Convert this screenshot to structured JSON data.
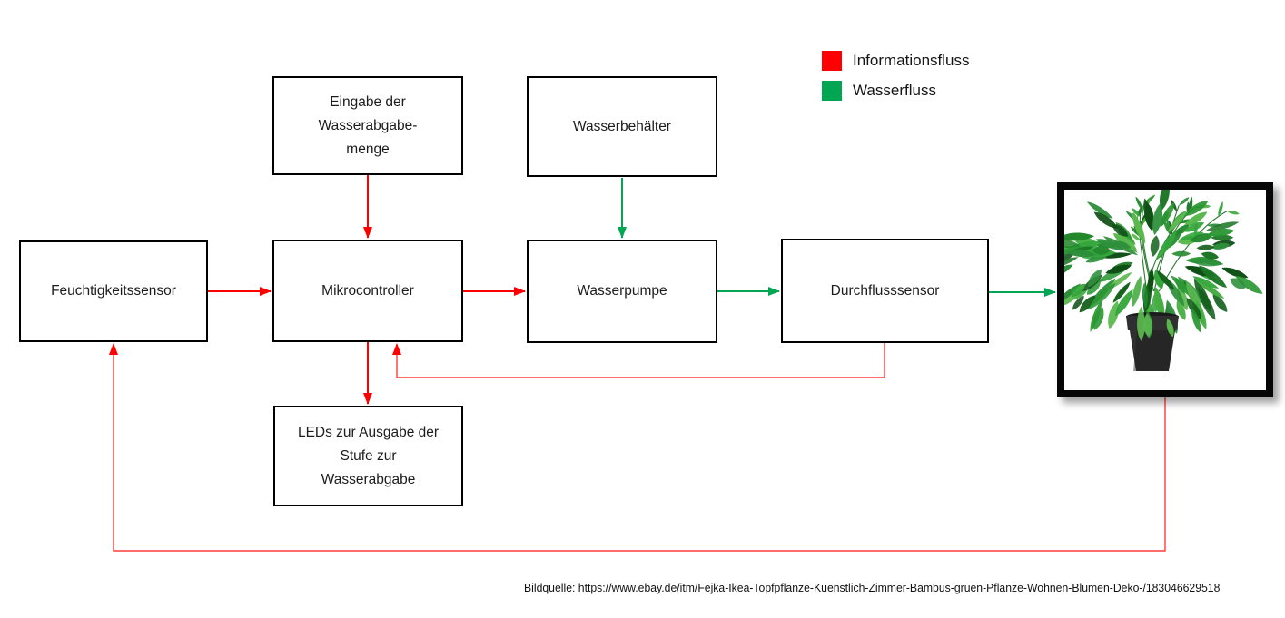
{
  "diagram": {
    "nodes": {
      "eingabe": {
        "label": "Eingabe der Wasserabgabe-menge",
        "lines": [
          "Eingabe der",
          "Wasserabgabe-",
          "menge"
        ]
      },
      "wasserbehaelter": {
        "label": "Wasserbehälter"
      },
      "feuchtigkeitssensor": {
        "label": "Feuchtigkeitssensor"
      },
      "mikrocontroller": {
        "label": "Mikrocontroller"
      },
      "wasserpumpe": {
        "label": "Wasserpumpe"
      },
      "durchflusssensor": {
        "label": "Durchflusssensor"
      },
      "leds": {
        "label": "LEDs zur Ausgabe der Stufe zur Wasserabgabe",
        "lines": [
          "LEDs zur Ausgabe der",
          "Stufe zur",
          "Wasserabgabe"
        ]
      },
      "pflanze": {
        "label": "",
        "image": "potted-bamboo-plant"
      }
    },
    "edges": [
      {
        "from": "eingabe",
        "to": "mikrocontroller",
        "flow": "Informationsfluss",
        "color": "#ff0000"
      },
      {
        "from": "wasserbehaelter",
        "to": "wasserpumpe",
        "flow": "Wasserfluss",
        "color": "#00a651"
      },
      {
        "from": "feuchtigkeitssensor",
        "to": "mikrocontroller",
        "flow": "Informationsfluss",
        "color": "#ff0000"
      },
      {
        "from": "mikrocontroller",
        "to": "wasserpumpe",
        "flow": "Informationsfluss",
        "color": "#ff0000"
      },
      {
        "from": "wasserpumpe",
        "to": "durchflusssensor",
        "flow": "Wasserfluss",
        "color": "#00a651"
      },
      {
        "from": "durchflusssensor",
        "to": "pflanze",
        "flow": "Wasserfluss",
        "color": "#00a651"
      },
      {
        "from": "mikrocontroller",
        "to": "leds",
        "flow": "Informationsfluss",
        "color": "#ff0000"
      },
      {
        "from": "durchflusssensor",
        "to": "mikrocontroller",
        "flow": "Informationsfluss",
        "color": "#ff0000"
      },
      {
        "from": "pflanze",
        "to": "feuchtigkeitssensor",
        "flow": "Informationsfluss",
        "color": "#ff0000"
      }
    ]
  },
  "legend": {
    "items": [
      {
        "label": "Informationsfluss",
        "color": "#ff0000"
      },
      {
        "label": "Wasserfluss",
        "color": "#00a651"
      }
    ]
  },
  "plant": {
    "image": "potted-bamboo-plant",
    "frame_color": "#000000"
  },
  "caption": "Bildquelle: https://www.ebay.de/itm/Fejka-Ikea-Topfpflanze-Kuenstlich-Zimmer-Bambus-gruen-Pflanze-Wohnen-Blumen-Deko-/183046629518"
}
